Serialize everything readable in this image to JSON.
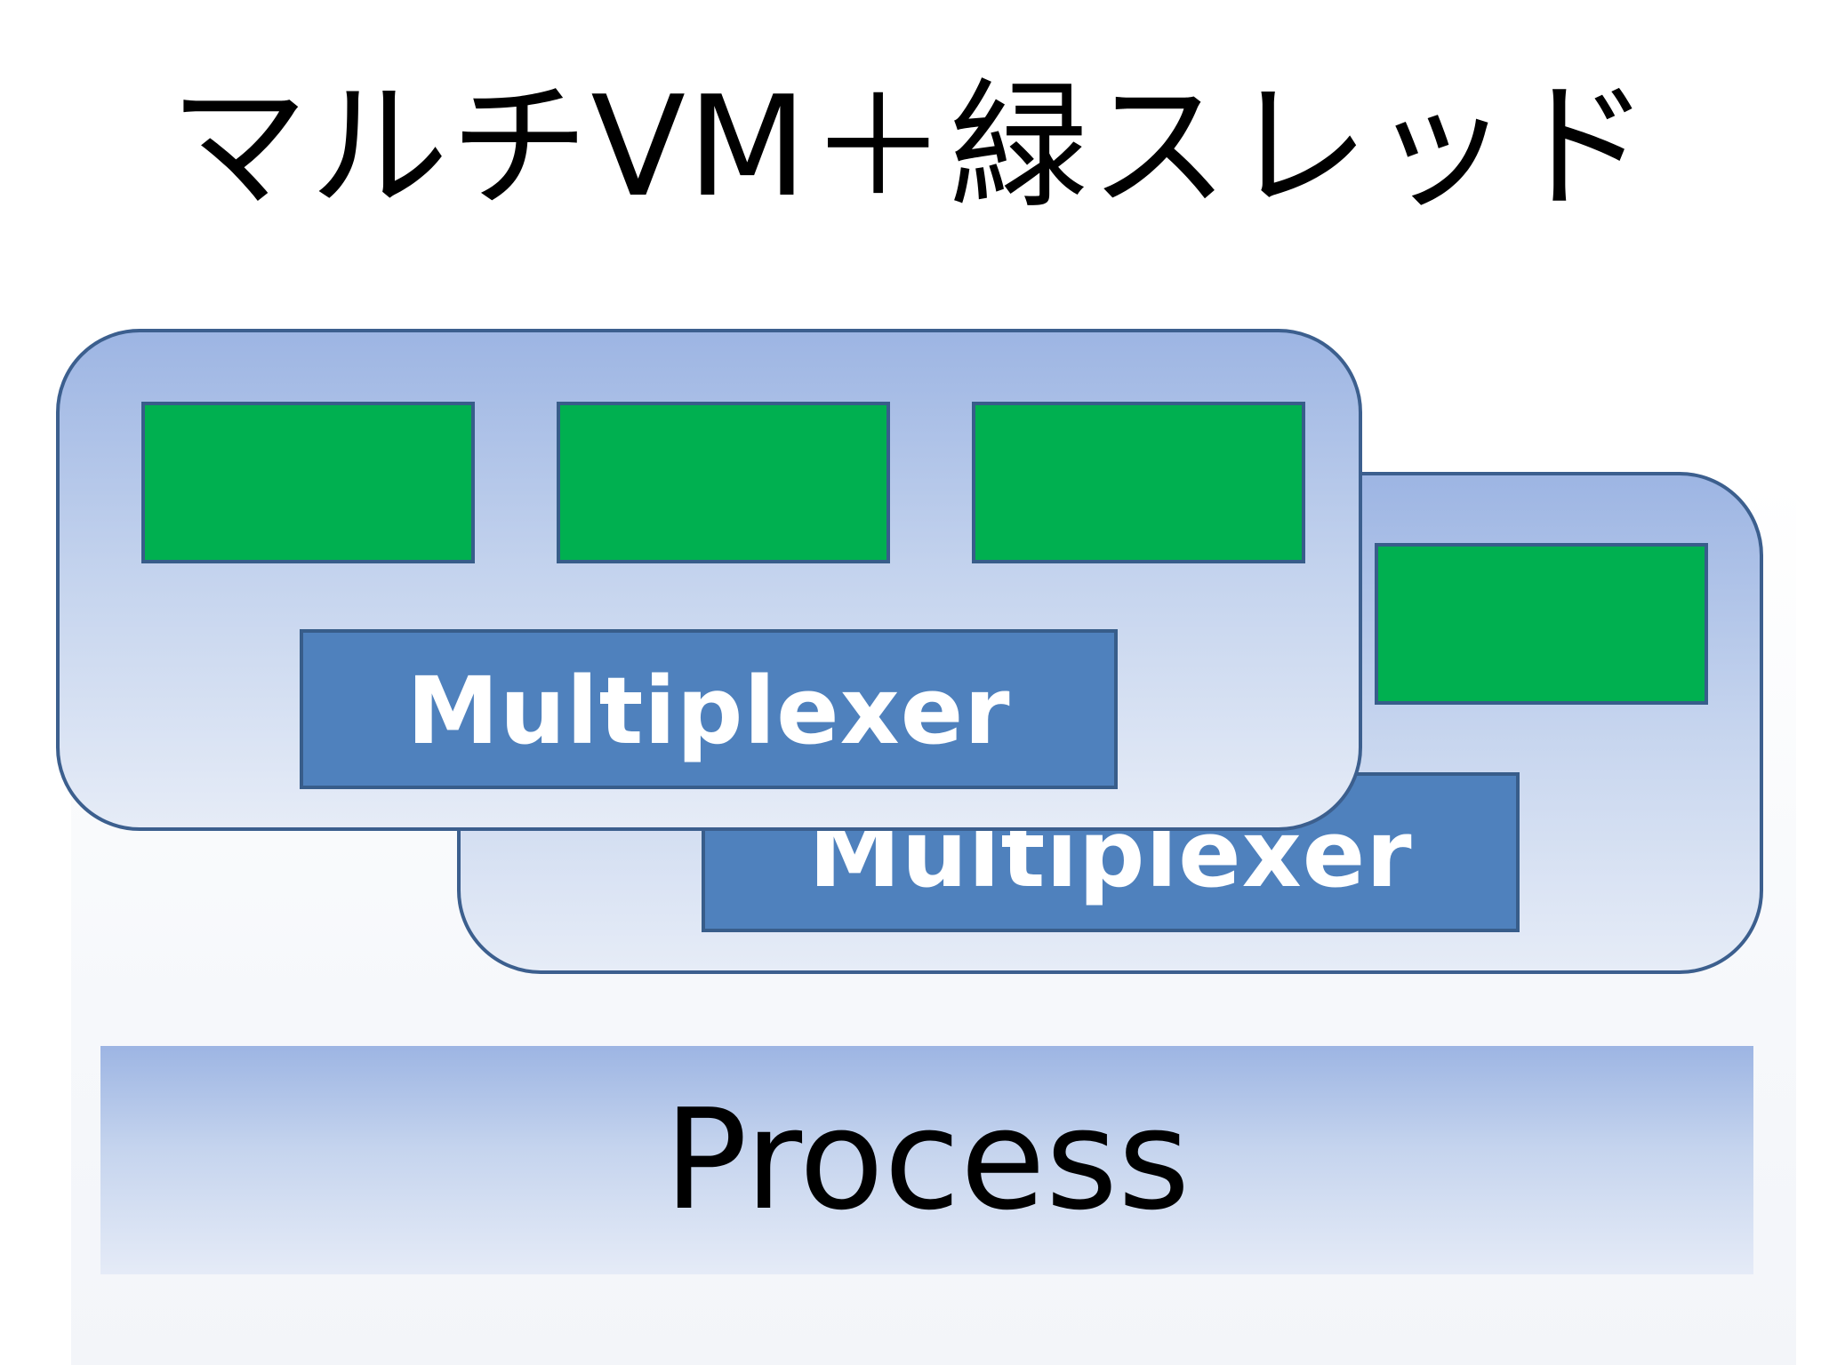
{
  "title": "マルチVM＋緑スレッド",
  "vms": [
    {
      "multiplexer_label": "Multiplexer",
      "green_thread_count": 3
    },
    {
      "multiplexer_label": "Multiplexer",
      "green_thread_count": 1
    }
  ],
  "process_label": "Process",
  "colors": {
    "vm_gradient_top": "#9db5e3",
    "vm_gradient_bottom": "#e6ecf7",
    "vm_border": "#3c5f8e",
    "green_thread": "#00b050",
    "multiplexer": "#4f81bd",
    "multiplexer_text": "#ffffff"
  }
}
